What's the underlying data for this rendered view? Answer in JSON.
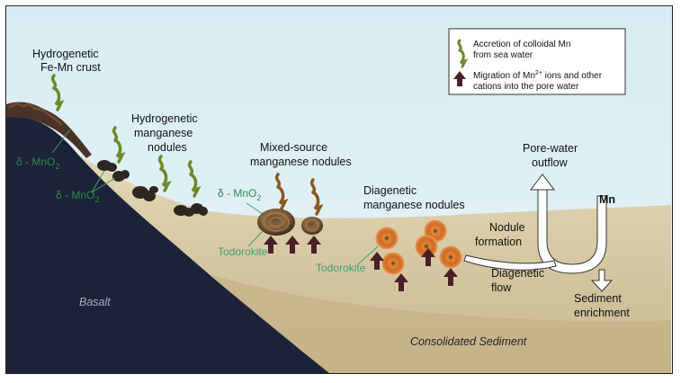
{
  "labels": {
    "hydrogenetic_crust": [
      "Hydrogenetic",
      "Fe-Mn crust"
    ],
    "hydrogenetic_nodules": [
      "Hydrogenetic",
      "manganese",
      "nodules"
    ],
    "mixed_source_nodules": [
      "Mixed-source",
      "manganese nodules"
    ],
    "diagenetic_nodules": [
      "Diagenetic",
      "manganese nodules"
    ],
    "pore_water_outflow": [
      "Pore-water",
      "outflow"
    ],
    "mn": "Mn",
    "nodule_formation": [
      "Nodule",
      "formation"
    ],
    "diagenetic_flow": [
      "Diagenetic",
      "flow"
    ],
    "sediment_enrichment": [
      "Sediment",
      "enrichment"
    ],
    "basalt": "Basalt",
    "consolidated_sediment": "Consolidated Sediment",
    "delta_mno2_prefix": "δ - MnO",
    "delta_mno2_sub": "2",
    "todorokite": "Todorokite"
  },
  "legend": {
    "accretion": [
      "Accretion of colloidal Mn",
      "from sea water"
    ],
    "migration_1": "Migration of Mn",
    "migration_sup": "2+",
    "migration_2": " ions and other",
    "migration_3": "cations into the pore water"
  },
  "colors": {
    "sea": "#dff0f3",
    "basalt": "#1c2238",
    "sediment_light": "#dccfa8",
    "sediment_dark": "#c7b48a",
    "nodule_dark": "#3a2f28",
    "nodule_orange": "#d8732a",
    "arrow_brown": "#4a2026",
    "squiggle_green": "#6b8a2a",
    "squiggle_brown": "#8a5a20"
  }
}
